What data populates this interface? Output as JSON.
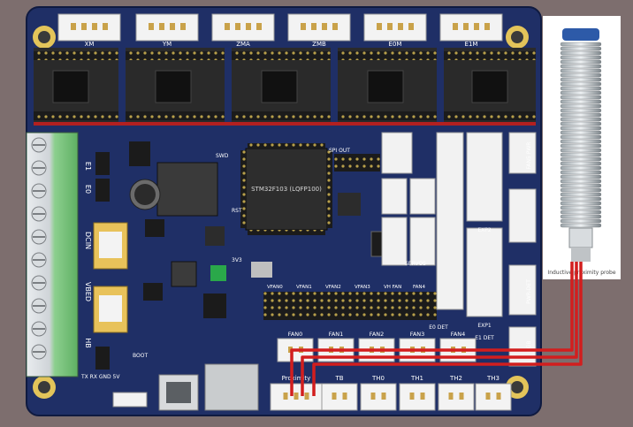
{
  "board": {
    "mcu_label": "STM32F103 (LQFP100)",
    "top_connectors": [
      "XM",
      "YM",
      "ZMA",
      "ZMB",
      "E0M",
      "E1M"
    ],
    "bottom_connectors": [
      "Proximity",
      "TB",
      "TH0",
      "TH1",
      "TH2",
      "TH3"
    ],
    "fan_headers": [
      "FAN0",
      "FAN1",
      "FAN2",
      "FAN3",
      "FAN4"
    ],
    "fan_voltage_headers": [
      "VFAN0",
      "VFAN1",
      "VFAN2",
      "VFAN3",
      "VH FAN",
      "FAN4"
    ],
    "right_headers": [
      "FAN5 PWR",
      "EXP2",
      "EXP1",
      "PWR-DET",
      "E1 DET",
      "E0 DET",
      "SERVOS",
      "RGB"
    ],
    "terminal_labels": [
      "E1",
      "E0",
      "DCIN",
      "VBED",
      "HB"
    ],
    "small_labels": [
      "SPI OUT",
      "SWD",
      "RST",
      "3V3",
      "BOOT"
    ],
    "uart_label": "TX RX GND 5V",
    "probe_label": "Inductive proximity probe"
  },
  "colors": {
    "board": "#1f2f66",
    "wire": "#d21e1e",
    "background": "#7d6e6e",
    "terminal": "#6fbf73"
  }
}
